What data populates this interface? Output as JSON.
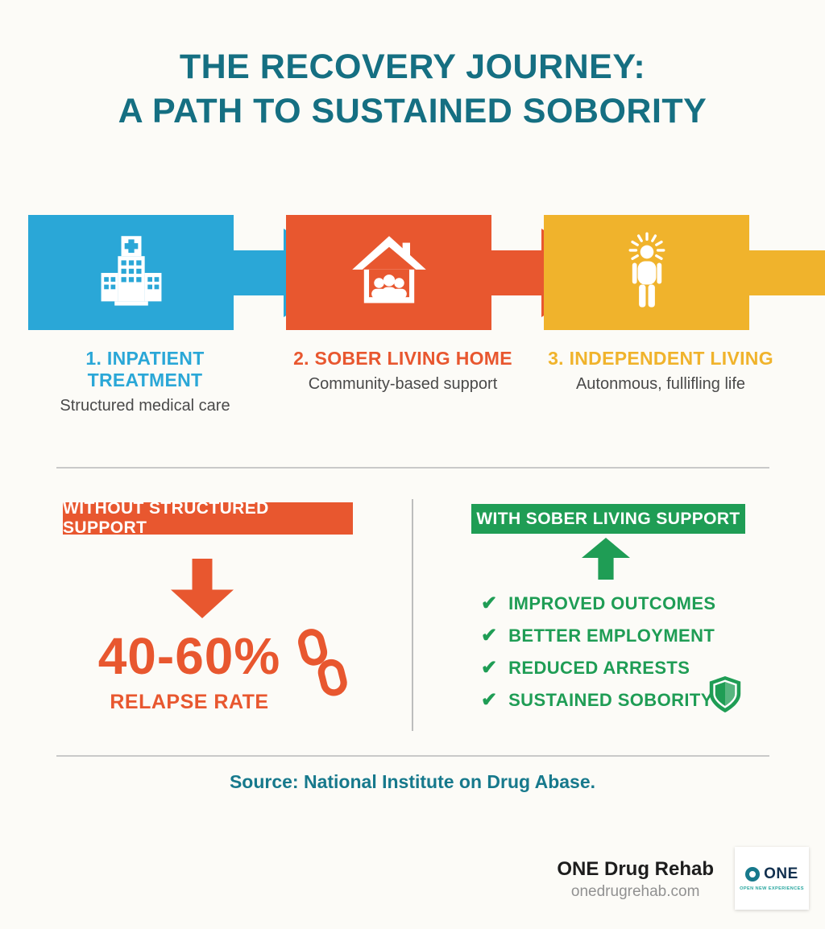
{
  "title": {
    "line1": "THE RECOVERY JOURNEY:",
    "line2": "A PATH TO SUSTAINED SOBORITY"
  },
  "steps": [
    {
      "number_label": "1. INPATIENT TREATMENT",
      "subtitle": "Structured medical care",
      "color": "#2aa7d7",
      "icon": "hospital-icon"
    },
    {
      "number_label": "2. SOBER LIVING HOME",
      "subtitle": "Community-based support",
      "color": "#e8572f",
      "icon": "sober-home-icon"
    },
    {
      "number_label": "3. INDEPENDENT LIVING",
      "subtitle": "Autonmous, fullifling life",
      "color": "#f0b32c",
      "icon": "independent-person-icon"
    }
  ],
  "comparison": {
    "left": {
      "banner": "WITHOUT STRUCTURED SUPPORT",
      "arrow": "down",
      "stat": "40-60%",
      "stat_label": "RELAPSE RATE",
      "color": "#e8572f",
      "icon": "chain-link-icon"
    },
    "right": {
      "banner": "WITH SOBER LIVING SUPPORT",
      "arrow": "up",
      "items": [
        "IMPROVED OUTCOMES",
        "BETTER EMPLOYMENT",
        "REDUCED ARRESTS",
        "SUSTAINED SOBORITY"
      ],
      "color": "#1f9d55",
      "icon": "shield-icon"
    }
  },
  "icons": {
    "check": "✔"
  },
  "source": "Source: National Institute on Drug Abase.",
  "footer": {
    "brand": "ONE Drug Rehab",
    "website": "onedrugrehab.com",
    "logo_text": "ONE",
    "logo_tagline": "OPEN NEW EXPERIENCES"
  },
  "colors": {
    "teal": "#156f82",
    "blue": "#2aa7d7",
    "orange": "#e8572f",
    "yellow": "#f0b32c",
    "green": "#1f9d55",
    "divider": "#c9c9c9"
  }
}
